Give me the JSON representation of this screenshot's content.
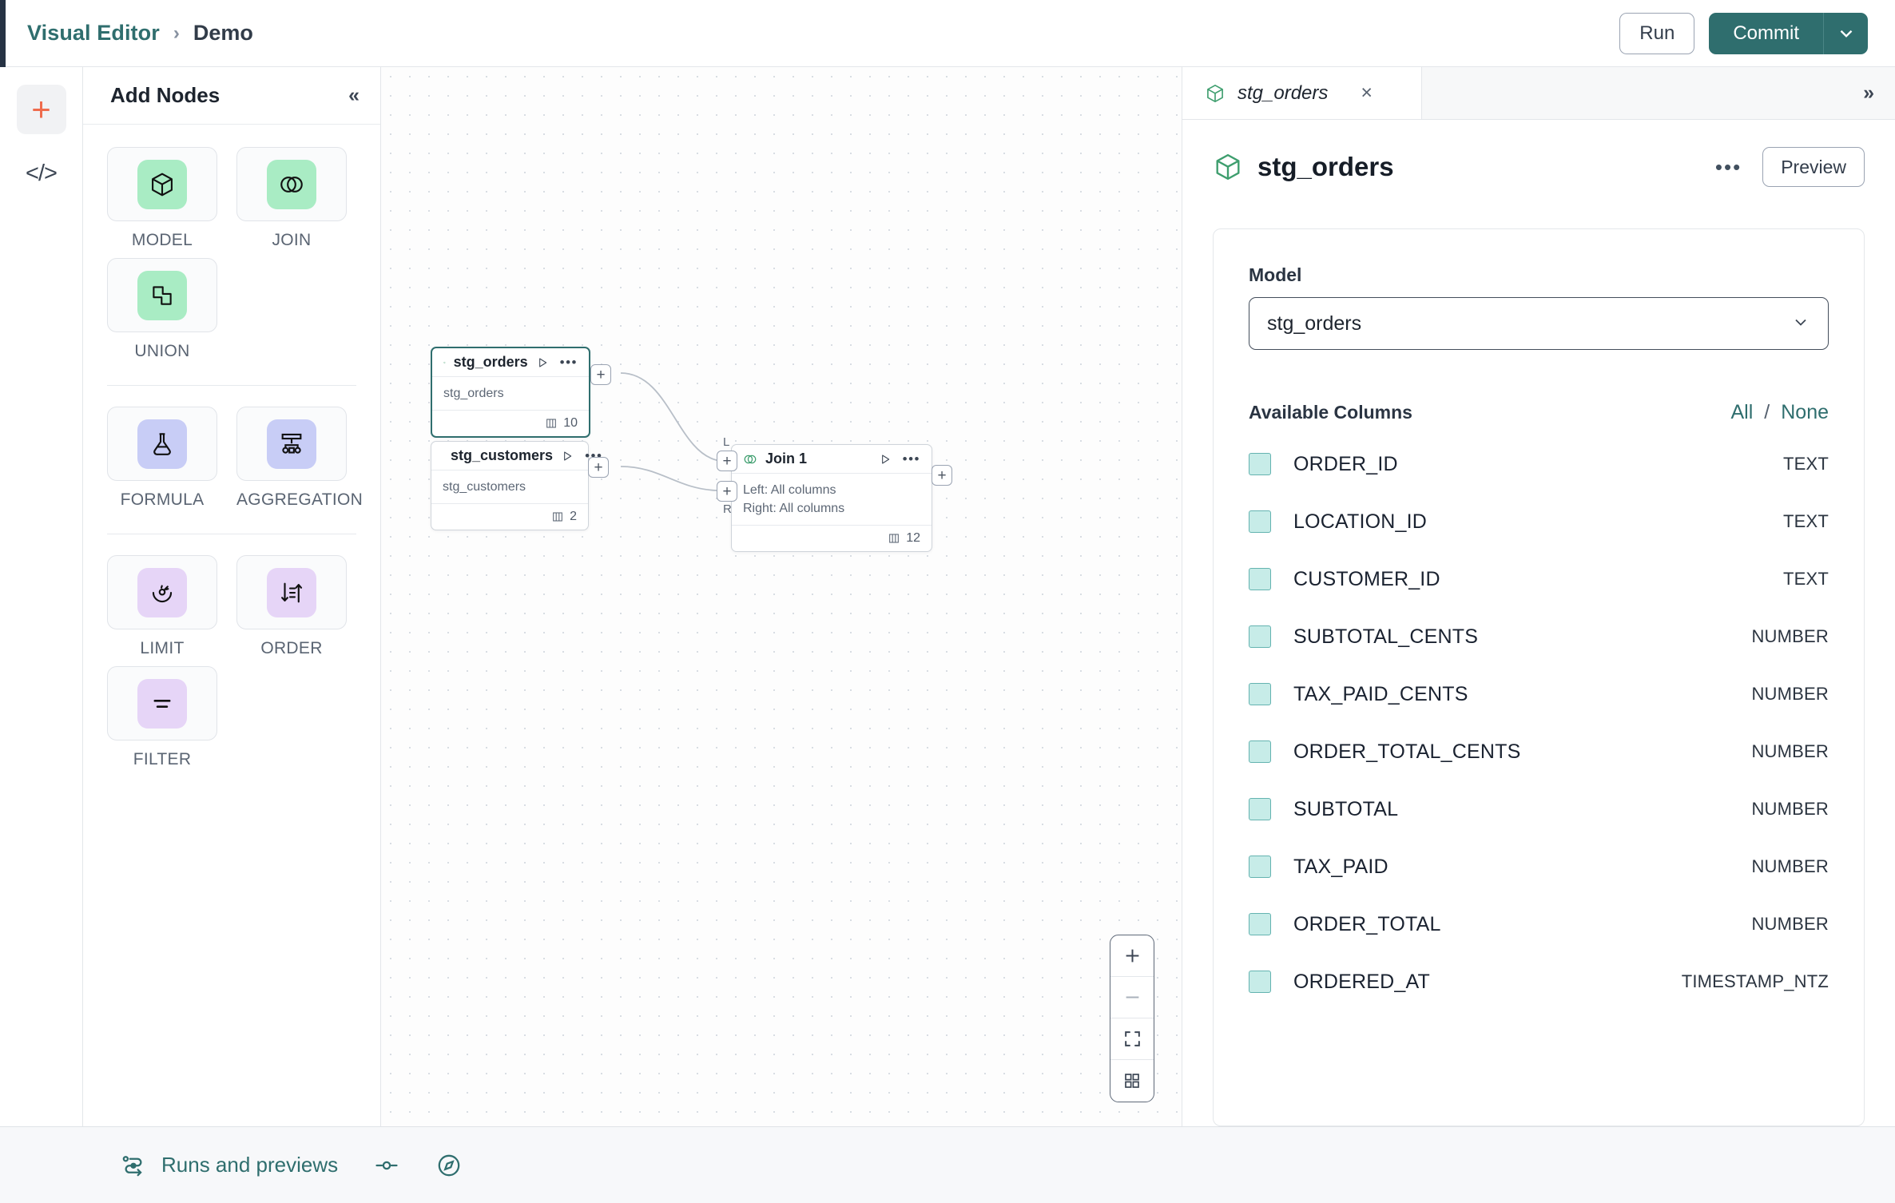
{
  "topbar": {
    "breadcrumb_root": "Visual Editor",
    "breadcrumb_sep": "›",
    "breadcrumb_leaf": "Demo",
    "run_label": "Run",
    "commit_label": "Commit",
    "accent_teal": "#2f6e6e",
    "accent_orange": "#ef6c4d"
  },
  "rail": {
    "add_icon": "plus-icon",
    "code_icon": "code-icon",
    "code_glyph": "</>"
  },
  "palette": {
    "title": "Add Nodes",
    "collapse_glyph": "«",
    "groups": [
      {
        "items": [
          {
            "label": "MODEL",
            "icon": "cube-icon",
            "tint": "#a9ecc4"
          },
          {
            "label": "JOIN",
            "icon": "join-circles-icon",
            "tint": "#a9ecc4"
          },
          {
            "label": "UNION",
            "icon": "union-squares-icon",
            "tint": "#a9ecc4"
          }
        ]
      },
      {
        "items": [
          {
            "label": "FORMULA",
            "icon": "flask-icon",
            "tint": "#c8cdf6"
          },
          {
            "label": "AGGREGATION",
            "icon": "aggregation-icon",
            "tint": "#c8cdf6"
          }
        ]
      },
      {
        "items": [
          {
            "label": "LIMIT",
            "icon": "limit-icon",
            "tint": "#e6d5f7"
          },
          {
            "label": "ORDER",
            "icon": "sort-icon",
            "tint": "#e6d5f7"
          },
          {
            "label": "FILTER",
            "icon": "filter-icon",
            "tint": "#e6d5f7"
          }
        ]
      }
    ]
  },
  "canvas": {
    "nodes": [
      {
        "id": "stg_orders",
        "title": "stg_orders",
        "icon": "cube-icon",
        "body_lines": [
          "stg_orders"
        ],
        "column_count": "10",
        "selected": true
      },
      {
        "id": "stg_customers",
        "title": "stg_customers",
        "icon": "cube-icon",
        "body_lines": [
          "stg_customers"
        ],
        "column_count": "2",
        "selected": false
      },
      {
        "id": "join1",
        "title": "Join 1",
        "icon": "join-circles-icon",
        "body_lines": [
          "Left: All columns",
          "Right: All columns"
        ],
        "column_count": "12",
        "selected": false,
        "input_labels": [
          "L",
          "R"
        ]
      }
    ],
    "handle_glyph": "+",
    "zoom_controls": [
      {
        "name": "zoom-in-button",
        "glyph": "+"
      },
      {
        "name": "zoom-out-button",
        "glyph": "−"
      },
      {
        "name": "fit-view-button",
        "glyph": "fit-icon"
      },
      {
        "name": "minimap-button",
        "glyph": "grid-icon"
      }
    ]
  },
  "panel": {
    "tab_label": "stg_orders",
    "tab_icon": "cube-icon",
    "close_glyph": "×",
    "expand_glyph": "»",
    "title": "stg_orders",
    "menu_glyph": "•••",
    "preview_label": "Preview",
    "model_field_label": "Model",
    "model_value": "stg_orders",
    "columns_title": "Available Columns",
    "select_all_label": "All",
    "select_none_label": "None",
    "select_divider": "/",
    "columns": [
      {
        "name": "ORDER_ID",
        "type": "TEXT",
        "checked": true
      },
      {
        "name": "LOCATION_ID",
        "type": "TEXT",
        "checked": true
      },
      {
        "name": "CUSTOMER_ID",
        "type": "TEXT",
        "checked": true
      },
      {
        "name": "SUBTOTAL_CENTS",
        "type": "NUMBER",
        "checked": true
      },
      {
        "name": "TAX_PAID_CENTS",
        "type": "NUMBER",
        "checked": true
      },
      {
        "name": "ORDER_TOTAL_CENTS",
        "type": "NUMBER",
        "checked": true
      },
      {
        "name": "SUBTOTAL",
        "type": "NUMBER",
        "checked": true
      },
      {
        "name": "TAX_PAID",
        "type": "NUMBER",
        "checked": true
      },
      {
        "name": "ORDER_TOTAL",
        "type": "NUMBER",
        "checked": true
      },
      {
        "name": "ORDERED_AT",
        "type": "TIMESTAMP_NTZ",
        "checked": true
      }
    ]
  },
  "bottombar": {
    "runs_label": "Runs and previews",
    "runs_icon": "flow-icon",
    "toggle_icon": "toggle-icon",
    "compass_icon": "compass-icon"
  }
}
